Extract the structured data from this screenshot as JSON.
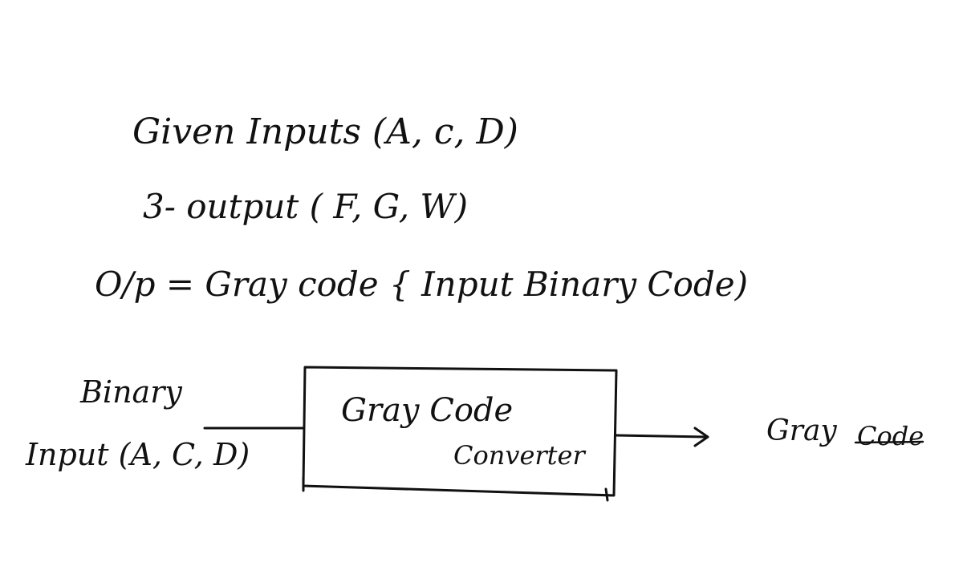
{
  "notes": {
    "given_inputs": "Given Inputs (A, c, D)",
    "outputs": "3- output ( F, G, W)",
    "relation": "O/p = Gray code { Input Binary Code)"
  },
  "diagram": {
    "input_label_top": "Binary",
    "input_label_bottom": "Input (A, C, D)",
    "block_line1": "Gray Code",
    "block_line2": "Converter",
    "output_label_word1": "Gray",
    "output_label_word2": "Code"
  },
  "colors": {
    "ink": "#111111",
    "paper": "#ffffff"
  }
}
